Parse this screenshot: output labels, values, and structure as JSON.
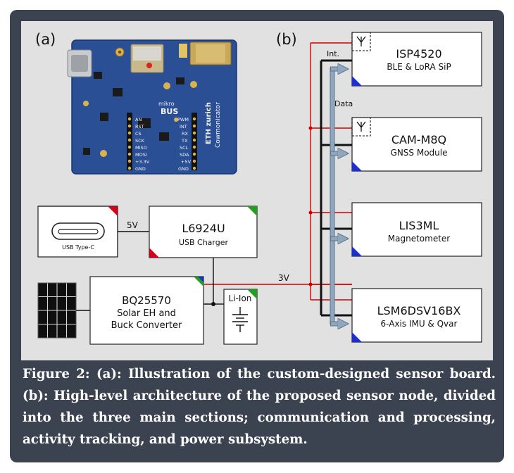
{
  "panel_labels": {
    "a": "(a)",
    "b": "(b)"
  },
  "board": {
    "silk_brand": "ETH zurich",
    "silk_product": "Cowmonicator",
    "silk_bus_1": "mikro",
    "silk_bus_2": "BUS",
    "silk_left_pins": [
      "AN",
      "RST",
      "CS",
      "SCK",
      "MISO",
      "MOSI",
      "+3.3V",
      "GND"
    ],
    "silk_right_pins": [
      "PWM",
      "INT",
      "RX",
      "TX",
      "SCL",
      "SDA",
      "+5V",
      "GND"
    ]
  },
  "power": {
    "usb_block": "USB Type-C",
    "charger_name": "L6924U",
    "charger_desc": "USB Charger",
    "usb_voltage": "5V",
    "solar_name": "BQ25570",
    "solar_desc_1": "Solar EH and",
    "solar_desc_2": "Buck Converter",
    "battery": "Li-Ion",
    "rail_voltage": "3V"
  },
  "arch": {
    "int_label": "Int.",
    "data_label": "Data",
    "blocks": [
      {
        "name": "ISP4520",
        "desc": "BLE & LoRA SiP"
      },
      {
        "name": "CAM-M8Q",
        "desc": "GNSS Module"
      },
      {
        "name": "LIS3ML",
        "desc": "Magnetometer"
      },
      {
        "name": "LSM6DSV16BX",
        "desc": "6-Axis IMU & Qvar"
      }
    ]
  },
  "colors": {
    "background": "#3b4250",
    "panel": "#e1e1e1",
    "power_line": "#d00000",
    "data_bus": "#8ea7be",
    "control_line": "#111111",
    "board_blue": "#2a4f95",
    "corner_red": "#d0021b",
    "corner_green": "#21a020",
    "corner_blue": "#1c2fd0"
  },
  "caption": {
    "text": "Figure 2: (a): Illustration of the custom-designed sensor board. (b): High-level architecture of the proposed sensor node, divided into the three main sections; communication and processing, activity tracking, and power subsystem."
  }
}
